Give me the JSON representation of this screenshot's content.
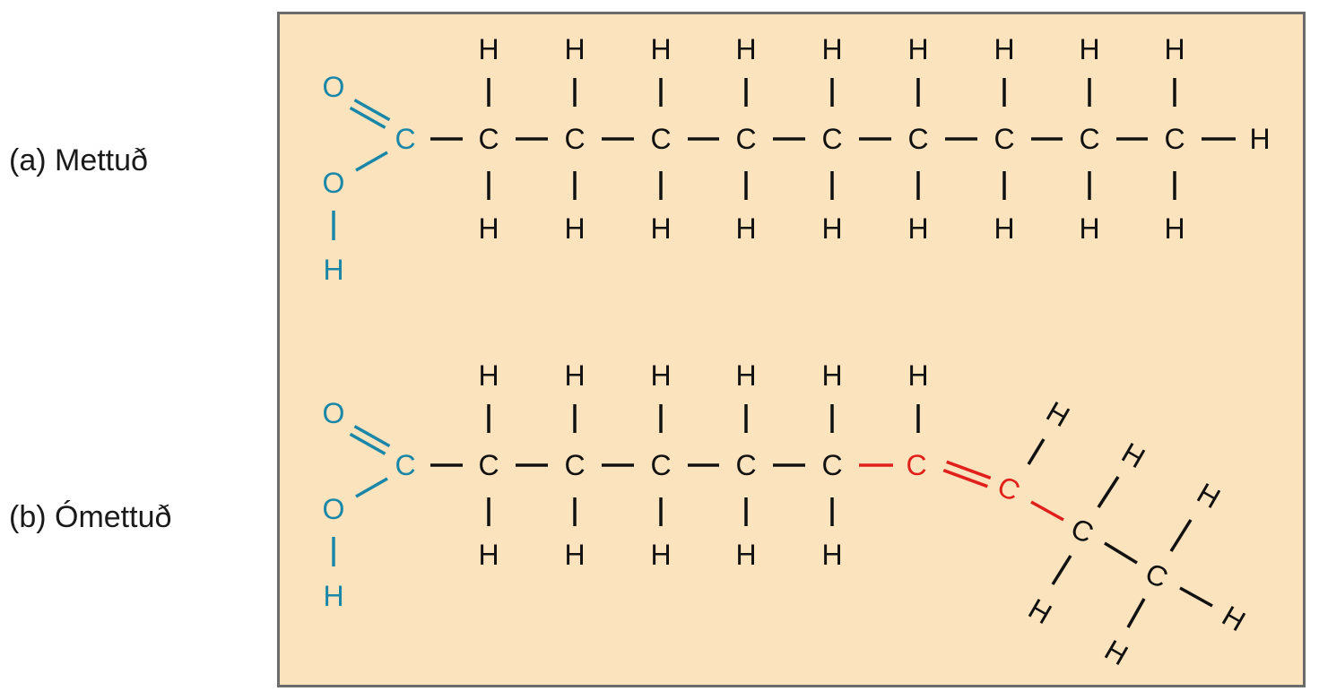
{
  "labels": {
    "saturated": "(a) Mettuð",
    "unsaturated": "(b) Ómettuð"
  },
  "atoms": {
    "carbon": "C",
    "hydrogen": "H",
    "oxygen": "O"
  },
  "colors": {
    "panel_background": "#fbe3bd",
    "panel_border": "#6b6b6b",
    "carboxyl_group": "#1a86a8",
    "double_bond": "#e0201b",
    "chain": "#111111"
  }
}
